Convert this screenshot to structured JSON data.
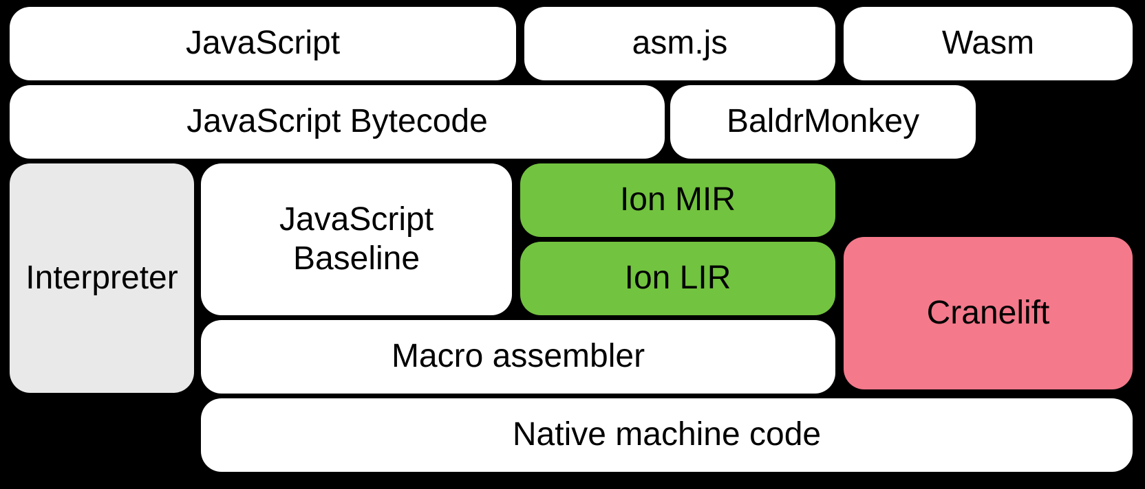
{
  "diagram": {
    "description": "Compiler pipeline block diagram",
    "background_color": "#000000",
    "text_color": "#000000",
    "colors": {
      "default_box": "#ffffff",
      "interpreter_box": "#e9e9e9",
      "ion_box": "#72c33f",
      "cranelift_box": "#f4798b"
    },
    "boxes": {
      "javascript": {
        "label": "JavaScript",
        "fill": "#ffffff"
      },
      "asmjs": {
        "label": "asm.js",
        "fill": "#ffffff"
      },
      "wasm": {
        "label": "Wasm",
        "fill": "#ffffff"
      },
      "javascript_bytecode": {
        "label": "JavaScript Bytecode",
        "fill": "#ffffff"
      },
      "baldrmonkey": {
        "label": "BaldrMonkey",
        "fill": "#ffffff"
      },
      "interpreter": {
        "label": "Interpreter",
        "fill": "#e9e9e9"
      },
      "javascript_baseline": {
        "label": "JavaScript Baseline",
        "line1": "JavaScript",
        "line2": "Baseline",
        "fill": "#ffffff"
      },
      "ion_mir": {
        "label": "Ion MIR",
        "fill": "#72c33f"
      },
      "ion_lir": {
        "label": "Ion LIR",
        "fill": "#72c33f"
      },
      "cranelift": {
        "label": "Cranelift",
        "fill": "#f4798b"
      },
      "macro_assembler": {
        "label": "Macro assembler",
        "fill": "#ffffff"
      },
      "native_machine_code": {
        "label": "Native machine code",
        "fill": "#ffffff"
      }
    }
  }
}
